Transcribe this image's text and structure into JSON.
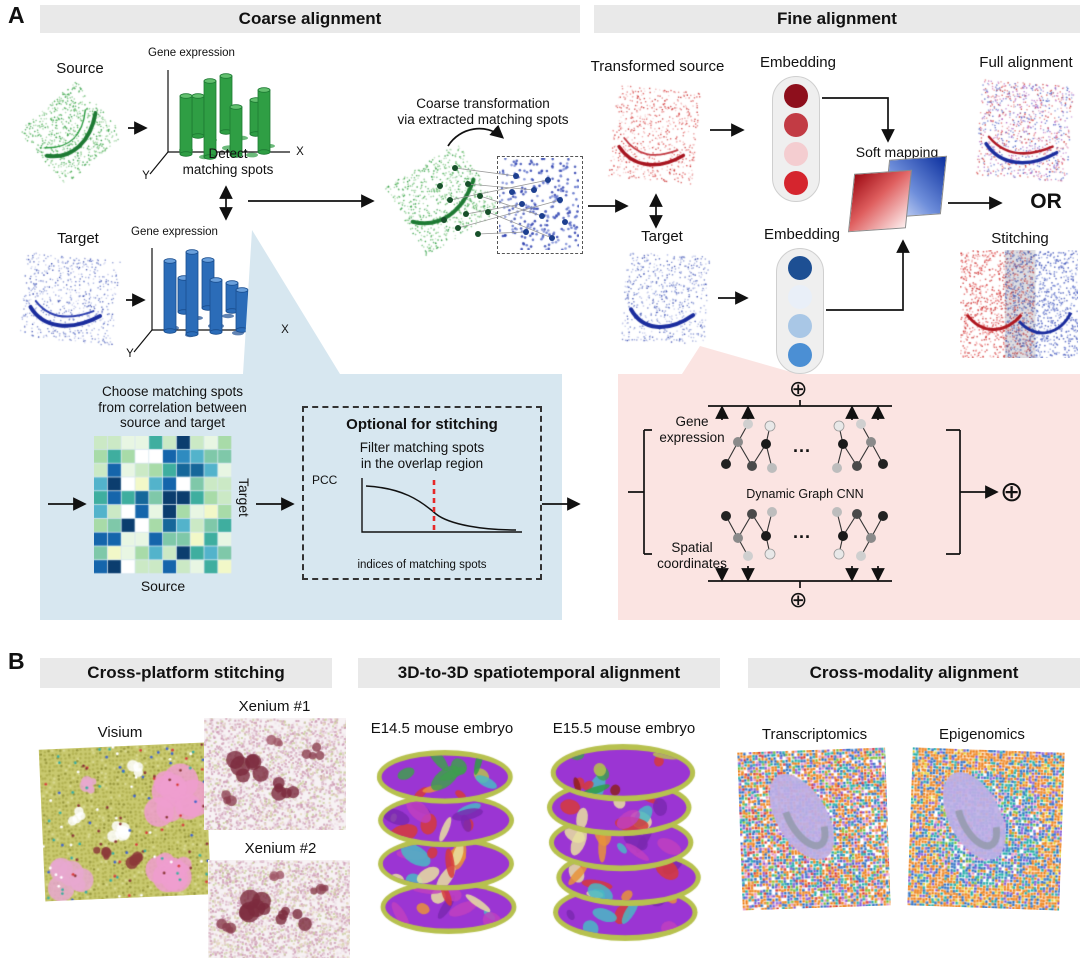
{
  "panelA": {
    "label": "A",
    "coarse": {
      "header": "Coarse alignment",
      "source": "Source",
      "target": "Target",
      "gene_expression_source": "Gene expression",
      "gene_expression_target": "Gene expression",
      "axis_x": "X",
      "axis_y": "Y",
      "detect": "Detect\nmatching spots",
      "transform_caption": "Coarse transformation\nvia extracted matching spots",
      "box": {
        "choose": "Choose matching spots\nfrom correlation between\nsource and target",
        "heatmap_y": "Target",
        "heatmap_x": "Source",
        "optional_title": "Optional for stitching",
        "filter": "Filter matching spots\nin the overlap region",
        "pcc": "PCC",
        "indices": "indices of matching spots"
      }
    },
    "fine": {
      "header": "Fine alignment",
      "transformed_source": "Transformed source",
      "target": "Target",
      "embedding_source": "Embedding",
      "embedding_target": "Embedding",
      "soft_mapping": "Soft mapping",
      "full_alignment": "Full alignment",
      "or": "OR",
      "stitching": "Stitching",
      "embedding_source_colors": [
        "#8e0f1c",
        "#c23b44",
        "#f4cdd0",
        "#d5252e"
      ],
      "embedding_target_colors": [
        "#1d4f93",
        "#e9eff8",
        "#a9c7e6",
        "#4b8fd4"
      ],
      "box": {
        "gene_expression": "Gene\nexpression",
        "spatial_coordinates": "Spatial\ncoordinates",
        "dgcnn": "Dynamic Graph CNN",
        "dots1": "...",
        "dots2": "...",
        "plus": "⊕"
      }
    }
  },
  "panelB": {
    "label": "B",
    "stitching": {
      "header": "Cross-platform stitching",
      "visium": "Visium",
      "xenium1": "Xenium #1",
      "xenium2": "Xenium #2"
    },
    "spatiotemporal": {
      "header": "3D-to-3D spatiotemporal alignment",
      "e145": "E14.5 mouse embryo",
      "e155": "E15.5 mouse embryo"
    },
    "modality": {
      "header": "Cross-modality alignment",
      "transcriptomics": "Transcriptomics",
      "epigenomics": "Epigenomics"
    }
  }
}
